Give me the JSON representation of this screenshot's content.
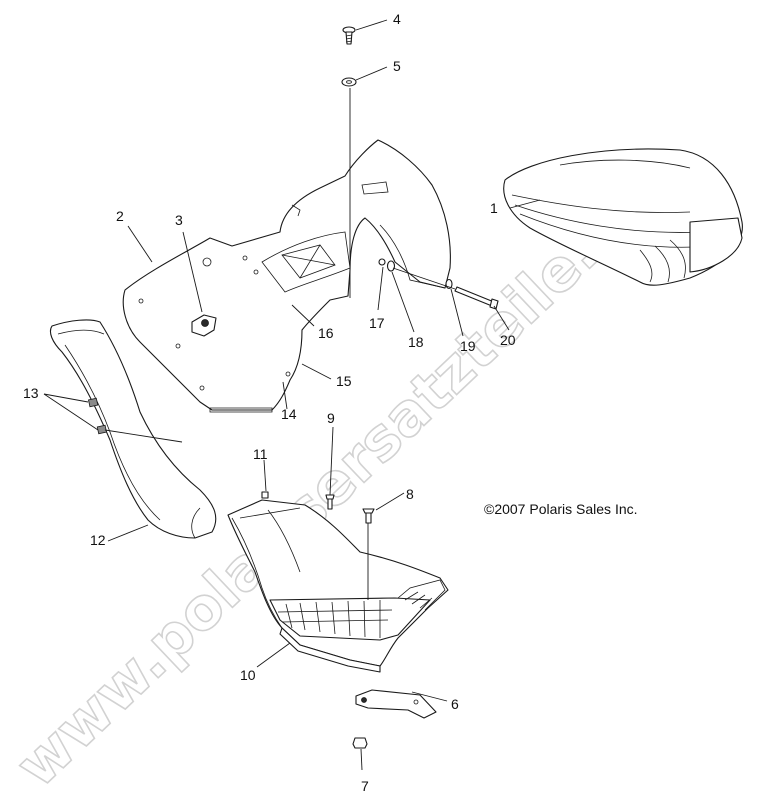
{
  "watermark": "www.polarisersatzteile.de",
  "copyright": "©2007 Polaris Sales Inc.",
  "callouts": [
    "1",
    "2",
    "3",
    "4",
    "5",
    "6",
    "7",
    "8",
    "9",
    "10",
    "11",
    "12",
    "13",
    "14",
    "15",
    "16",
    "17",
    "18",
    "19",
    "20"
  ],
  "parts": {
    "seat": "seat",
    "rear_cab": "rear-cab",
    "bolt": "bolt",
    "washer": "washer",
    "footwell": "footwell",
    "bracket": "bracket",
    "nut": "nut",
    "fender_flap": "fender-flap"
  }
}
